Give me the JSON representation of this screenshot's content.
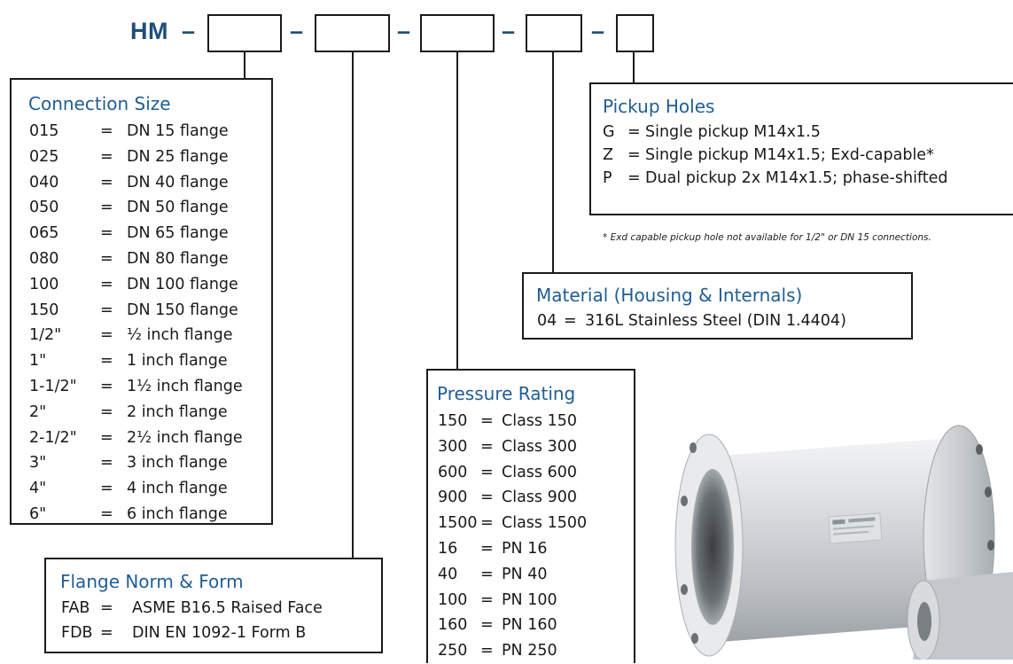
{
  "code": {
    "prefix": "HM",
    "separator": "–"
  },
  "connection_size": {
    "title": "Connection Size",
    "rows": [
      {
        "code": "015",
        "eq": "=",
        "desc": "DN 15 flange"
      },
      {
        "code": "025",
        "eq": "=",
        "desc": "DN 25 flange"
      },
      {
        "code": "040",
        "eq": "=",
        "desc": "DN 40 flange"
      },
      {
        "code": "050",
        "eq": "=",
        "desc": "DN 50 flange"
      },
      {
        "code": "065",
        "eq": "=",
        "desc": "DN 65 flange"
      },
      {
        "code": "080",
        "eq": "=",
        "desc": "DN 80 flange"
      },
      {
        "code": "100",
        "eq": "=",
        "desc": "DN 100 flange"
      },
      {
        "code": "150",
        "eq": "=",
        "desc": "DN 150 flange"
      },
      {
        "code": "1/2\"",
        "eq": "=",
        "desc": "½ inch flange"
      },
      {
        "code": "1\"",
        "eq": "=",
        "desc": "1 inch flange"
      },
      {
        "code": "1-1/2\"",
        "eq": "=",
        "desc": "1½ inch flange"
      },
      {
        "code": "2\"",
        "eq": "=",
        "desc": "2 inch flange"
      },
      {
        "code": "2-1/2\"",
        "eq": "=",
        "desc": "2½ inch flange"
      },
      {
        "code": "3\"",
        "eq": "=",
        "desc": "3 inch flange"
      },
      {
        "code": "4\"",
        "eq": "=",
        "desc": "4 inch flange"
      },
      {
        "code": "6\"",
        "eq": "=",
        "desc": "6 inch flange"
      }
    ]
  },
  "flange_norm": {
    "title": "Flange Norm & Form",
    "rows": [
      {
        "code": "FAB",
        "eq": "=",
        "desc": "ASME B16.5 Raised Face"
      },
      {
        "code": "FDB",
        "eq": "=",
        "desc": "DIN EN 1092-1 Form B"
      }
    ]
  },
  "pressure_rating": {
    "title": "Pressure Rating",
    "rows": [
      {
        "code": "150",
        "eq": "=",
        "desc": "Class 150"
      },
      {
        "code": "300",
        "eq": "=",
        "desc": "Class 300"
      },
      {
        "code": "600",
        "eq": "=",
        "desc": "Class 600"
      },
      {
        "code": "900",
        "eq": "=",
        "desc": "Class 900"
      },
      {
        "code": "1500",
        "eq": "=",
        "desc": "Class 1500"
      },
      {
        "code": "16",
        "eq": "=",
        "desc": "PN 16"
      },
      {
        "code": "40",
        "eq": "=",
        "desc": "PN 40"
      },
      {
        "code": "100",
        "eq": "=",
        "desc": "PN 100"
      },
      {
        "code": "160",
        "eq": "=",
        "desc": "PN 160"
      },
      {
        "code": "250",
        "eq": "=",
        "desc": "PN 250"
      }
    ]
  },
  "material": {
    "title": "Material (Housing & Internals)",
    "rows": [
      {
        "code": "04",
        "eq": "=",
        "desc": "316L Stainless Steel (DIN 1.4404)"
      }
    ]
  },
  "pickup_holes": {
    "title": "Pickup Holes",
    "rows": [
      {
        "code": "G",
        "eq": "=",
        "desc": "Single pickup M14x1.5"
      },
      {
        "code": "Z",
        "eq": "=",
        "desc": "Single pickup M14x1.5; Exd-capable*"
      },
      {
        "code": "P",
        "eq": "=",
        "desc": "Dual pickup 2x M14x1.5; phase-shifted"
      }
    ],
    "footnote": "* Exd capable pickup hole not available for 1/2\" or DN 15 connections."
  },
  "colors": {
    "accent": "#1f4e79",
    "title_blue": "#1f5d95",
    "steel": "#c8ccd0"
  }
}
